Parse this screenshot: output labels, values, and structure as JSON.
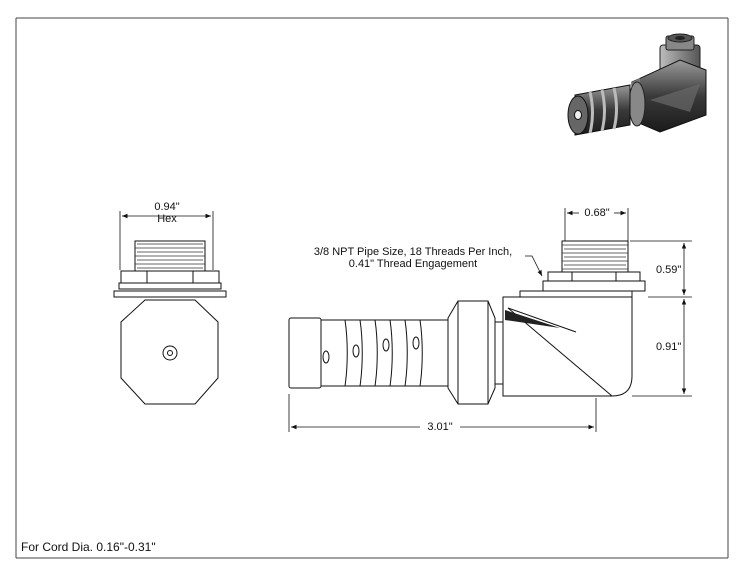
{
  "dimensions": {
    "hex_width": "0.94\"",
    "hex_label": "Hex",
    "thread_width": "0.68\"",
    "thread_height": "0.59\"",
    "body_height": "0.91\"",
    "overall_length": "3.01\""
  },
  "thread_note": {
    "line1": "3/8 NPT Pipe Size, 18 Threads Per Inch,",
    "line2": "0.41\" Thread Engagement"
  },
  "footer_note": "For Cord Dia. 0.16\"-0.31\""
}
